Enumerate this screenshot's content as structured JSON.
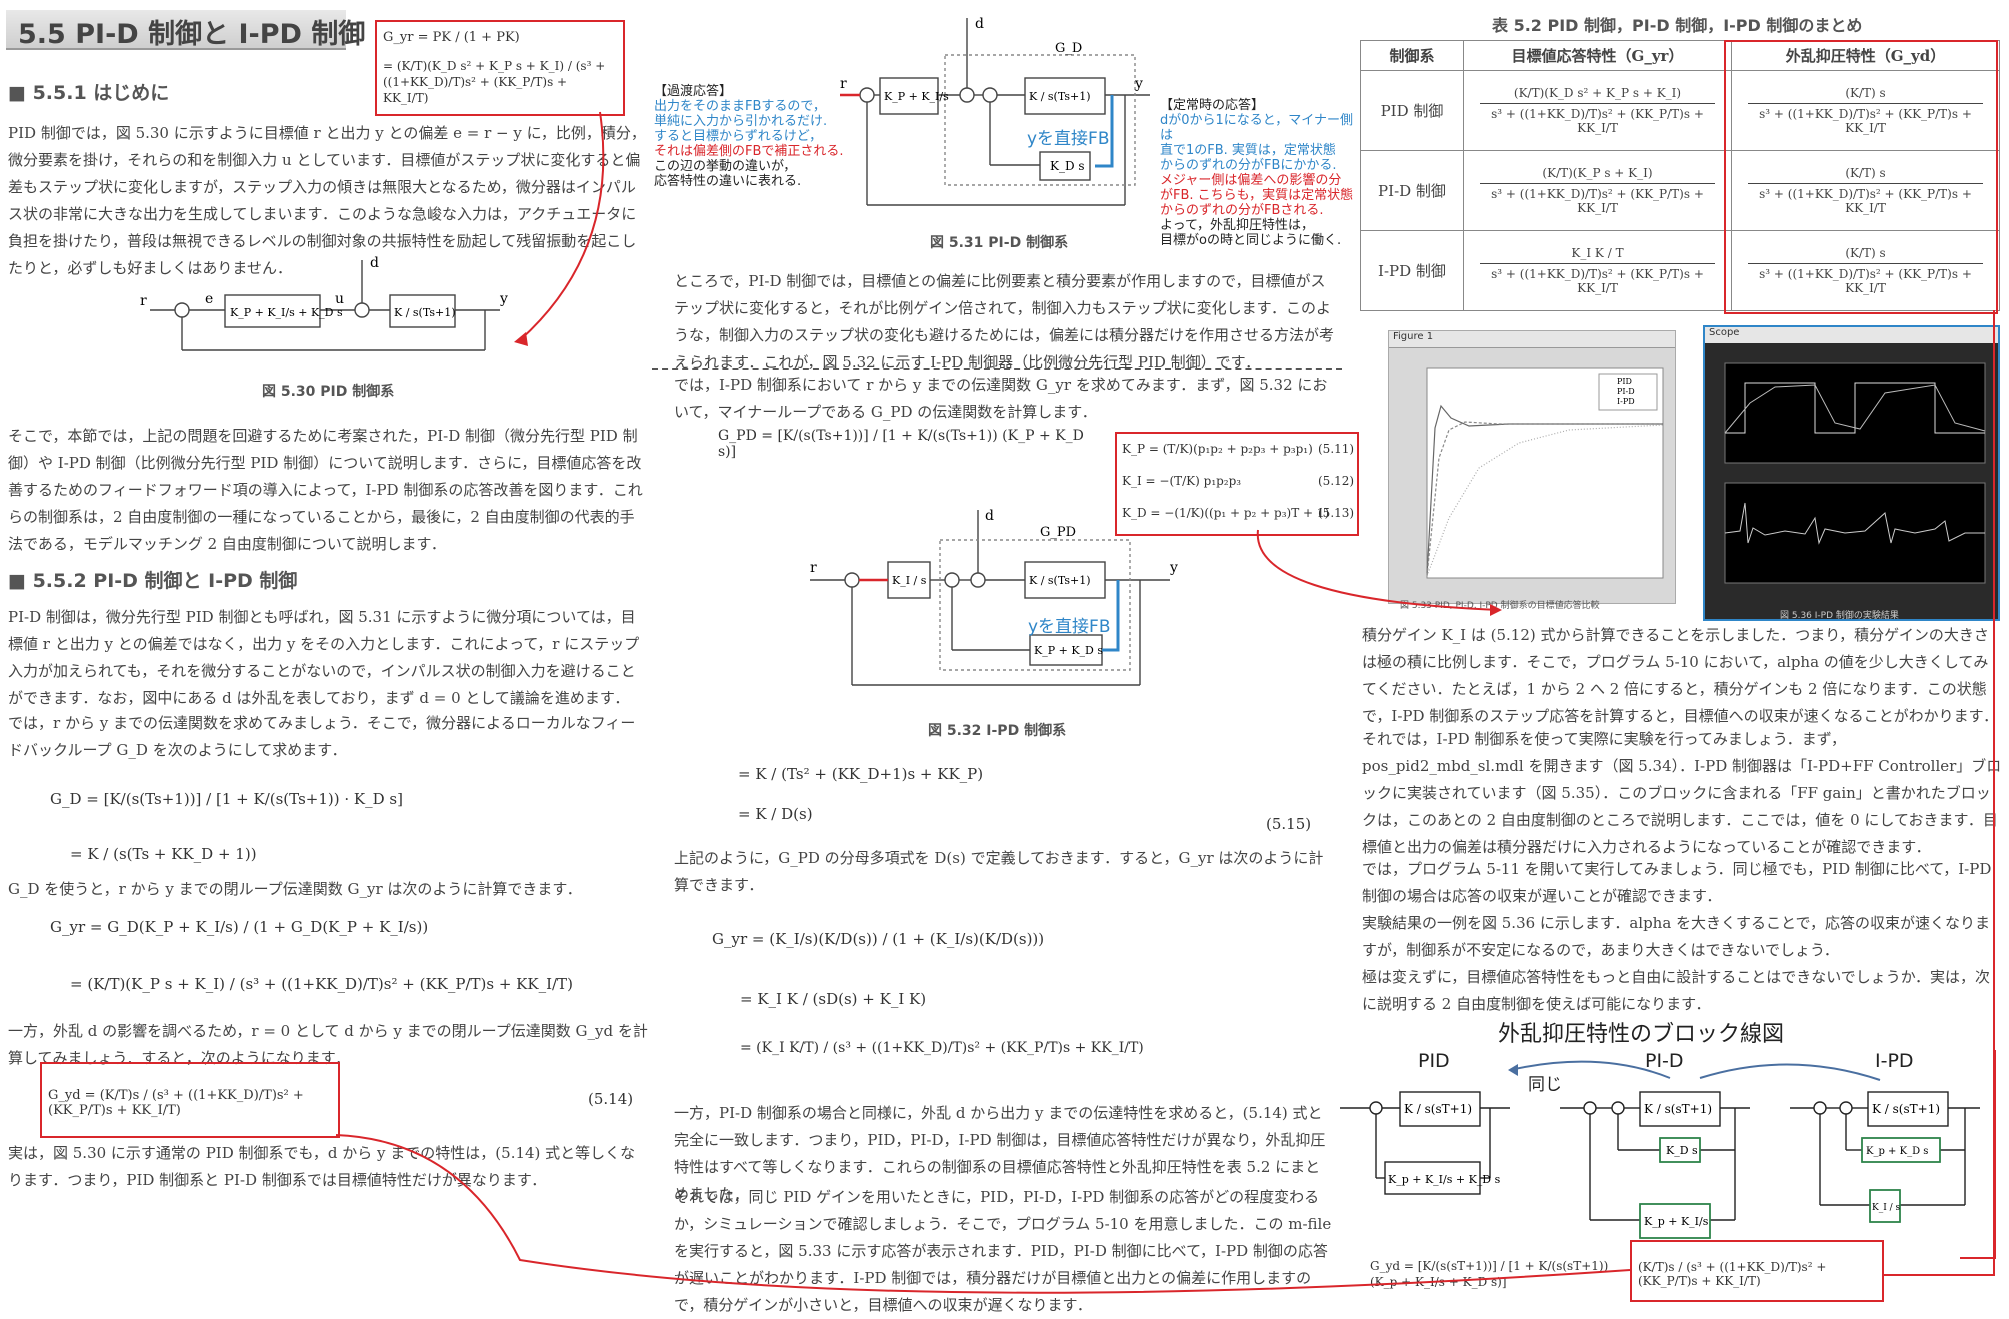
{
  "section": {
    "title": "5.5  PI-D 制御と I-PD 制御",
    "s551": "■ 5.5.1  はじめに",
    "s552": "■ 5.5.2  PI-D 制御と I-PD 制御"
  },
  "left": {
    "p1": "PID 制御では，図 5.30 に示すように目標値 r と出力 y との偏差 e = r − y に，比例，積分，微分要素を掛け，それらの和を制御入力 u としています．目標値がステップ状に変化すると偏差もステップ状に変化しますが，ステップ入力の傾きは無限大となるため，微分器はインパルス状の非常に大きな出力を生成してしまいます．このような急峻な入力は，アクチュエータに負担を掛けたり，普段は無視できるレベルの制御対象の共振特性を励起して残留振動を起こしたりと，必ずしも好ましくはありません．",
    "fig530_cap": "図 5.30  PID 制御系",
    "p2": "そこで，本節では，上記の問題を回避するために考案された，PI-D 制御（微分先行型 PID 制御）や I-PD 制御（比例微分先行型 PID 制御）について説明します．さらに，目標値応答を改善するためのフィードフォワード項の導入によって，I-PD 制御系の応答改善を図ります．これらの制御系は，2 自由度制御の一種になっていることから，最後に，2 自由度制御の代表的手法である，モデルマッチング 2 自由度制御について説明します．",
    "p3": "PI-D 制御は，微分先行型 PID 制御とも呼ばれ，図 5.31 に示すように微分項については，目標値 r と出力 y との偏差ではなく，出力 y をその入力とします．これによって，r にステップ入力が加えられても，それを微分することがないので，インパルス状の制御入力を避けることができます．なお，図中にある d は外乱を表しており，まず d = 0 として議論を進めます．",
    "p4": "では，r から y までの伝達関数を求めてみましょう．そこで，微分器によるローカルなフィードバックループ G_D を次のようにして求めます．",
    "gd_eq1": "G_D = [K/(s(Ts+1))] / [1 + K/(s(Ts+1)) · K_D s]",
    "gd_eq2": "= K / (s(Ts + KK_D + 1))",
    "p5": "G_D を使うと，r から y までの閉ループ伝達関数 G_yr は次のように計算できます．",
    "gyr_eq1": "G_yr = G_D(K_P + K_I/s) / (1 + G_D(K_P + K_I/s))",
    "gyr_eq2": "= (K/T)(K_P s + K_I) / (s³ + ((1+KK_D)/T)s² + (KK_P/T)s + KK_I/T)",
    "p6": "一方，外乱 d の影響を調べるため，r = 0 として d から y までの閉ループ伝達関数 G_yd を計算してみましょう．すると，次のようになります．",
    "gyd_eq": "G_yd = (K/T)s / (s³ + ((1+KK_D)/T)s² + (KK_P/T)s + KK_I/T)",
    "eqno_514": "(5.14)",
    "p7": "実は，図 5.30 に示す通常の PID 制御系でも，d から y までの特性は，(5.14) 式と等しくなります．つまり，PID 制御系と PI-D 制御系では目標値特性だけが異なります．"
  },
  "topbox": {
    "eq1": "G_yr = PK / (1 + PK)",
    "eq2": "= (K/T)(K_D s² + K_P s + K_I) / (s³ + ((1+KK_D)/T)s² + (KK_P/T)s + KK_I/T)"
  },
  "fig530": {
    "r": "r",
    "e": "e",
    "u": "u",
    "d": "d",
    "y": "y",
    "ctrl": "K_P + K_I/s + K_D s",
    "plant": "K / s(Ts+1)"
  },
  "notes": {
    "over_title": "【過渡応答】",
    "over_l1": "出力をそのままFBするので，",
    "over_l2": "単純に入力から引かれるだけ.",
    "over_l3": "すると目標からずれるけど，",
    "over_l4": "それは偏差側のFBで補正される.",
    "over_l5": "この辺の挙動の違いが，",
    "over_l6": "応答特性の違いに表れる.",
    "steady_title": "【定常時の応答】",
    "steady_l1": "dが0から1になると，マイナー側は",
    "steady_l2": "直で1のFB. 実質は，定常状態",
    "steady_l3": "からのずれの分がFBにかかる.",
    "steady_l4": "メジャー側は偏差への影響の分",
    "steady_l5": "がFB. こちらも，実質は定常状態",
    "steady_l6": "からのずれの分がFBされる.",
    "steady_l7": "よって，外乱抑圧特性は，",
    "steady_l8": "目標がoの時と同じように働く.",
    "y_direct_fb": "yを直接FB",
    "y_direct_fb2": "yを直接FB"
  },
  "fig531": {
    "caption": "図 5.31  PI-D 制御系",
    "ctrl": "K_P + K_I/s",
    "plant": "K / s(Ts+1)",
    "kd": "K_D s",
    "gd": "G_D",
    "d": "d",
    "r": "r",
    "y": "y"
  },
  "mid": {
    "p1": "ところで，PI-D 制御では，目標値との偏差に比例要素と積分要素が作用しますので，目標値がステップ状に変化すると，それが比例ゲイン倍されて，制御入力もステップ状に変化します．このような，制御入力のステップ状の変化も避けるためには，偏差には積分器だけを作用させる方法が考えられます．これが，図 5.32 に示す I-PD 制御器（比例微分先行型 PID 制御）です．",
    "p2": "では，I-PD 制御系において r から y までの伝達関数 G_yr を求めてみます．まず，図 5.32 において，マイナーループである G_PD の伝達関数を計算します．",
    "gpd_eq": "G_PD = [K/(s(Ts+1))] / [1 + K/(s(Ts+1)) (K_P + K_D s)]",
    "gpd_eq2": "= K / (Ts² + (KK_D+1)s + KK_P)",
    "gpd_eq3": "= K / D(s)",
    "eqno_515": "(5.15)",
    "p3": "上記のように，G_PD の分母多項式を D(s) で定義しておきます．すると，G_yr は次のように計算できます．",
    "gyr1": "G_yr = (K_I/s)(K/D(s)) / (1 + (K_I/s)(K/D(s)))",
    "gyr2": "= K_I K / (sD(s) + K_I K)",
    "gyr3": "= (K_I K/T) / (s³ + ((1+KK_D)/T)s² + (KK_P/T)s + KK_I/T)",
    "p4": "一方，PI-D 制御系の場合と同様に，外乱 d から出力 y までの伝達特性を求めると，(5.14) 式と完全に一致します．つまり，PID，PI-D，I-PD 制御は，目標値応答特性だけが異なり，外乱抑圧特性はすべて等しくなります．これらの制御系の目標値応答特性と外乱抑圧特性を表 5.2 にまとめました．",
    "p5": "それでは，同じ PID ゲインを用いたときに，PID，PI-D，I-PD 制御系の応答がどの程度変わるか，シミュレーションで確認しましょう．そこで，プログラム 5-10 を用意しました．この m-file を実行すると，図 5.33 に示す応答が表示されます．PID，PI-D 制御に比べて，I-PD 制御の応答が遅いことがわかります．I-PD 制御では，積分器だけが目標値と出力との偏差に作用しますので，積分ゲインが小さいと，目標値への収束が遅くなります．"
  },
  "fig532": {
    "caption": "図 5.32  I-PD 制御系",
    "ki": "K_I / s",
    "plant": "K / s(Ts+1)",
    "kpd": "K_P + K_D s",
    "gpd": "G_PD",
    "d": "d",
    "r": "r",
    "y": "y"
  },
  "gainbox": {
    "kp": "K_P = (T/K)(p₁p₂ + p₂p₃ + p₃p₁)",
    "ki": "K_I = −(T/K) p₁p₂p₃",
    "kd": "K_D = −(1/K)((p₁ + p₂ + p₃)T + 1)",
    "n1": "(5.11)",
    "n2": "(5.12)",
    "n3": "(5.13)"
  },
  "table52": {
    "title": "表 5.2  PID 制御，PI-D 制御，I-PD 制御のまとめ",
    "headers": [
      "制御系",
      "目標値応答特性（G_yr）",
      "外乱抑圧特性（G_yd）"
    ],
    "rows": [
      {
        "name": "PID 制御",
        "gyr_num": "(K/T)(K_D s² + K_P s + K_I)",
        "gyd_num": "(K/T) s"
      },
      {
        "name": "PI-D 制御",
        "gyr_num": "(K/T)(K_P s + K_I)",
        "gyd_num": "(K/T) s"
      },
      {
        "name": "I-PD 制御",
        "gyr_num": "K_I K / T",
        "gyd_num": "(K/T) s"
      }
    ],
    "den": "s³ + ((1+KK_D)/T)s² + (KK_P/T)s + KK_I/T"
  },
  "fig533": {
    "caption": "図 5.33  PID, PI-D, I-PD 制御系の目標値応答比較",
    "legend": [
      "PID",
      "PI-D",
      "I-PD"
    ],
    "window": "Figure 1"
  },
  "fig536": {
    "caption": "図 5.36  I-PD 制御の実験結果",
    "window": "Scope"
  },
  "right": {
    "p1": "積分ゲイン K_I は (5.12) 式から計算できることを示しました．つまり，積分ゲインの大きさは極の積に比例します．そこで，プログラム 5-10 において，alpha の値を少し大きくしてみてください．たとえば，1 から 2 へ 2 倍にすると，積分ゲインも 2 倍になります．この状態で，I-PD 制御系のステップ応答を計算すると，目標値への収束が速くなることがわかります．",
    "p2": "それでは，I-PD 制御系を使って実際に実験を行ってみましょう．まず，pos_pid2_mbd_sl.mdl を開きます（図 5.34）．I-PD 制御器は「I-PD+FF Controller」ブロックに実装されています（図 5.35）．このブロックに含まれる「FF gain」と書かれたブロックは，このあとの 2 自由度制御のところで説明します．ここでは，値を 0 にしておきます．目標値と出力の偏差は積分器だけに入力されるようになっていることが確認できます．",
    "p3": "では，プログラム 5-11 を開いて実行してみましょう．同じ極でも，PID 制御に比べて，I-PD 制御の場合は応答の収束が遅いことが確認できます．",
    "p4": "実験結果の一例を図 5.36 に示します．alpha を大きくすることで，応答の収束が速くなりますが，制御系が不安定になるので，あまり大きくはできないでしょう．",
    "p5": "極は変えずに，目標値応答特性をもっと自由に設計することはできないでしょうか．実は，次に説明する 2 自由度制御を使えば可能になります．"
  },
  "blockdiag": {
    "heading": "外乱抑圧特性のブロック線図",
    "pid": "PID",
    "pid_d": "PI-D",
    "ipd": "I-PD",
    "same": "同じ",
    "plant": "K / s(sT+1)",
    "pid_ctrl": "K_p + K_I/s + K_D s",
    "kds": "K_D s",
    "kp_ki": "K_p + K_I/s",
    "kp_kds": "K_p + K_D s",
    "ki_s": "K_I / s",
    "gyd_eq": "G_yd = [K/(s(sT+1))] / [1 + K/(s(sT+1)) (K_p + K_I/s + K_D s)]",
    "gyd_res": "(K/T)s / (s³ + ((1+KK_D)/T)s² + (KK_P/T)s + KK_I/T)"
  },
  "colors": {
    "red": "#d9262b",
    "blue": "#2f86c8",
    "green": "#2a8a4a"
  }
}
